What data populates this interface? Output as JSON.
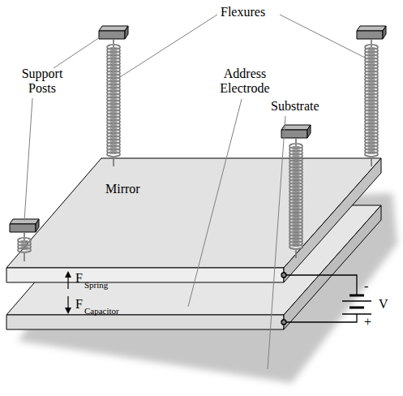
{
  "diagram": {
    "labels": [
      "Flexures",
      "Support Posts",
      "Address Electrode",
      "Substrate",
      "Mirror",
      "F",
      "Spring",
      "F",
      "Capacitor",
      "-",
      "V",
      "+"
    ]
  }
}
